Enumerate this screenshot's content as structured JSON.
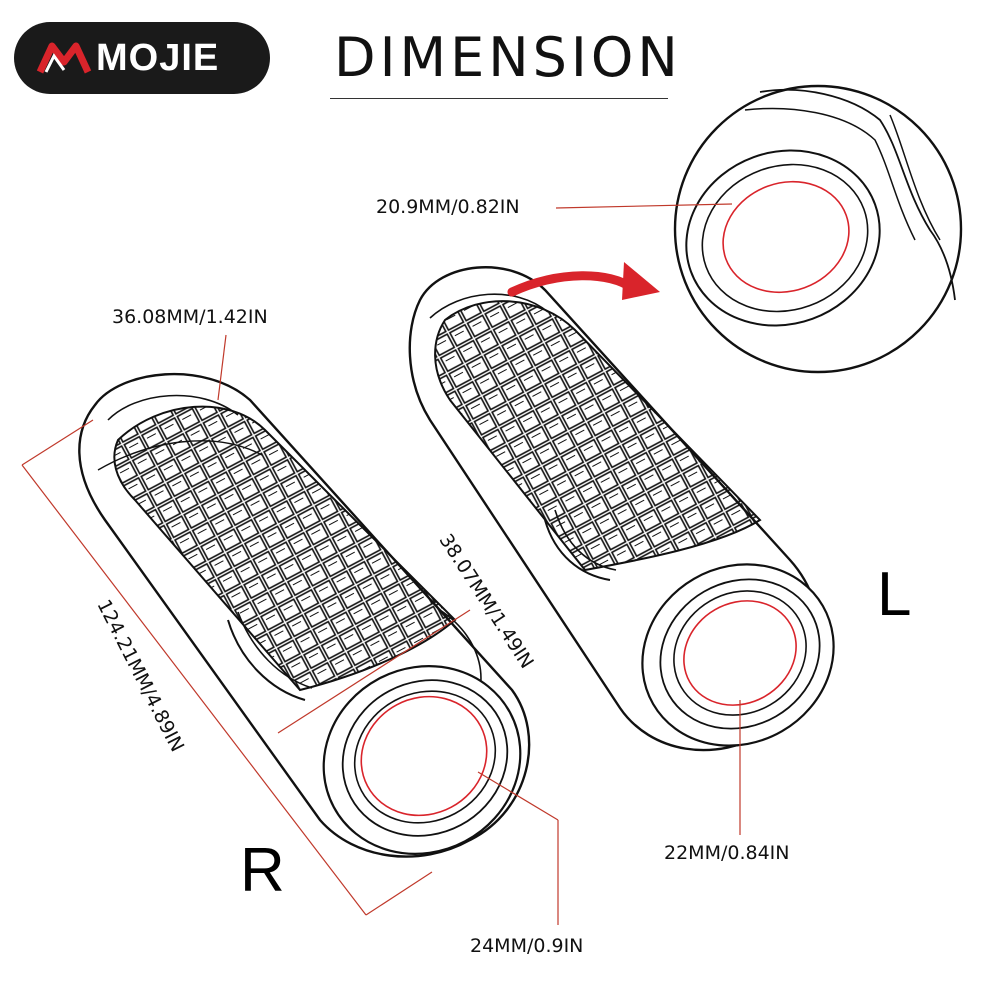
{
  "brand": {
    "name": "MOJIE",
    "accent_color": "#d9242b",
    "badge_color": "#1a1a1a"
  },
  "header": {
    "title": "DIMENSION"
  },
  "grips": {
    "right": {
      "label": "R"
    },
    "left": {
      "label": "L"
    }
  },
  "dimensions": {
    "right_end_diameter": "36.08MM/1.42IN",
    "length": "124.21MM/4.89IN",
    "right_outer_diameter": "38.07MM/1.49IN",
    "right_inner_diameter": "24MM/0.9IN",
    "left_inner_diameter": "22MM/0.84IN",
    "left_end_inner_diameter": "20.9MM/0.82IN"
  },
  "colors": {
    "leader_line": "#c0392b",
    "highlight": "#d9242b",
    "outline": "#111111"
  },
  "icons": {
    "arrow": "curved-arrow-icon",
    "magnifier": "detail-circle"
  }
}
